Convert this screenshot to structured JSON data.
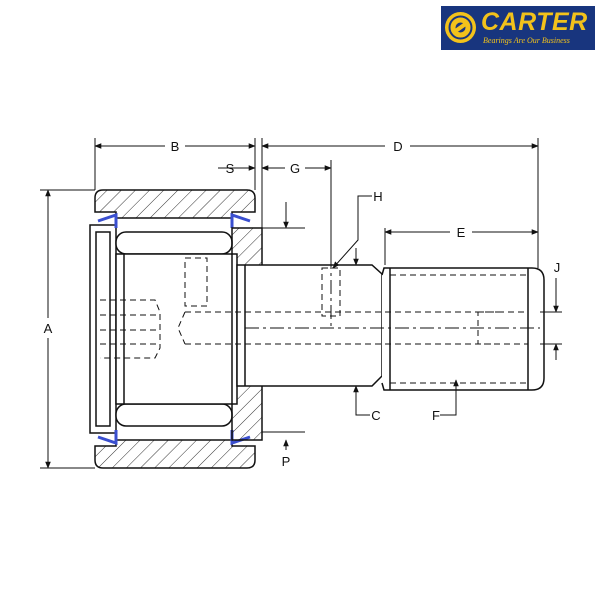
{
  "logo": {
    "name": "CARTER",
    "tagline": "Bearings Are Our Business",
    "colors": {
      "background": "#18357e",
      "accent": "#f2c21b"
    }
  },
  "dimensions": {
    "A": "A",
    "B": "B",
    "C": "C",
    "D": "D",
    "E": "E",
    "F": "F",
    "G": "G",
    "H": "H",
    "J": "J",
    "P": "P",
    "S": "S"
  },
  "colors": {
    "line": "#111111",
    "seal": "#3a4fd0"
  }
}
